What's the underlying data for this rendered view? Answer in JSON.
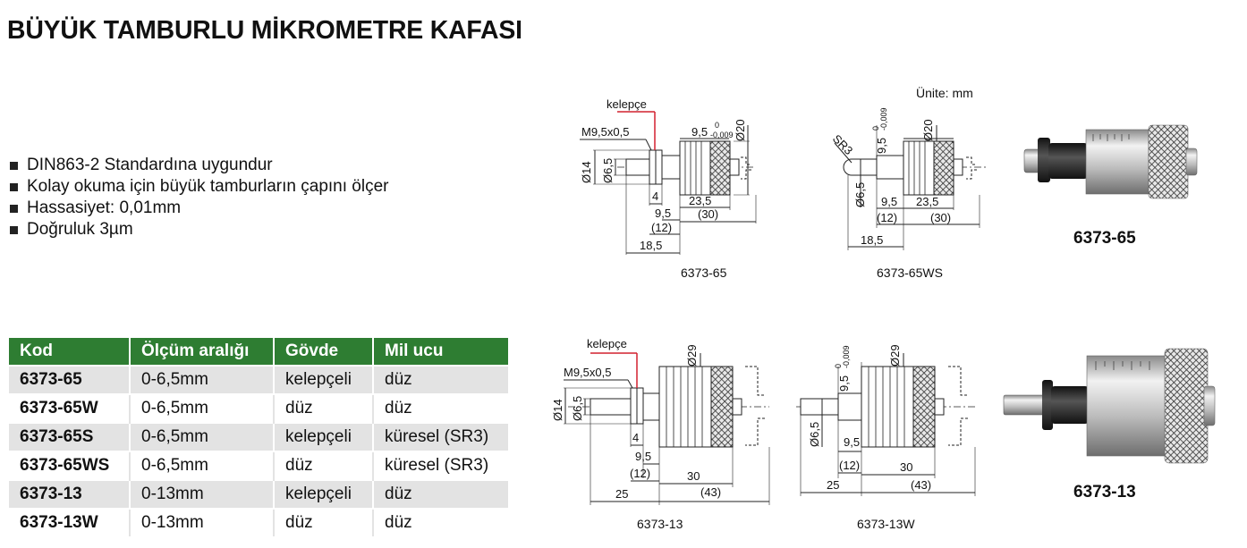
{
  "title": "BÜYÜK TAMBURLU MİKROMETRE KAFASI",
  "features": [
    "DIN863-2 Standardına uygundur",
    "Kolay okuma için büyük tamburların çapını ölçer",
    "Hassasiyet: 0,01mm",
    "Doğruluk 3µm"
  ],
  "table": {
    "headers": [
      "Kod",
      "Ölçüm aralığı",
      "Gövde",
      "Mil ucu"
    ],
    "rows": [
      [
        "6373-65",
        "0-6,5mm",
        "kelepçeli",
        "düz"
      ],
      [
        "6373-65W",
        "0-6,5mm",
        "düz",
        "düz"
      ],
      [
        "6373-65S",
        "0-6,5mm",
        "kelepçeli",
        "küresel (SR3)"
      ],
      [
        "6373-65WS",
        "0-6,5mm",
        "düz",
        "küresel (SR3)"
      ],
      [
        "6373-13",
        "0-13mm",
        "kelepçeli",
        "düz"
      ],
      [
        "6373-13W",
        "0-13mm",
        "düz",
        "düz"
      ]
    ]
  },
  "unit_note": "Ünite: mm",
  "drawings": {
    "d1": {
      "caption": "6373-65",
      "clamp": "kelepçe",
      "thread": "M9,5x0,5",
      "dia1": "Ø14",
      "dia2": "Ø6,5",
      "dia3": "Ø20",
      "tol": "9,5",
      "tol_up": "0",
      "tol_low": "-0,009",
      "d_4": "4",
      "d_95": "9,5",
      "d_12": "(12)",
      "d_185": "18,5",
      "d_235": "23,5",
      "d_30": "(30)"
    },
    "d2": {
      "caption": "6373-65WS",
      "sr": "SR3",
      "dia2": "Ø6,5",
      "dia3": "Ø20",
      "tol": "9,5",
      "tol_up": "0",
      "tol_low": "-0,009",
      "d_95": "9,5",
      "d_12": "(12)",
      "d_185": "18,5",
      "d_235": "23,5",
      "d_30": "(30)"
    },
    "d3": {
      "caption": "6373-13",
      "clamp": "kelepçe",
      "thread": "M9,5x0,5",
      "dia1": "Ø14",
      "dia2": "Ø6,5",
      "dia3": "Ø29",
      "d_4": "4",
      "d_95": "9,5",
      "d_12": "(12)",
      "d_25": "25",
      "d_30": "30",
      "d_43": "(43)"
    },
    "d4": {
      "caption": "6373-13W",
      "dia2": "Ø6,5",
      "dia3": "Ø29",
      "tol": "9,5",
      "tol_up": "0",
      "tol_low": "-0,009",
      "d_95": "9,5",
      "d_12": "(12)",
      "d_25": "25",
      "d_30": "30",
      "d_43": "(43)"
    }
  },
  "photos": {
    "p1": "6373-65",
    "p2": "6373-13"
  },
  "colors": {
    "header_green": "#2e7d32",
    "row_grey": "#e3e3e3",
    "clamp_line": "#d2202f",
    "knurl": "#555555",
    "thimble": "#cfcfcf"
  }
}
